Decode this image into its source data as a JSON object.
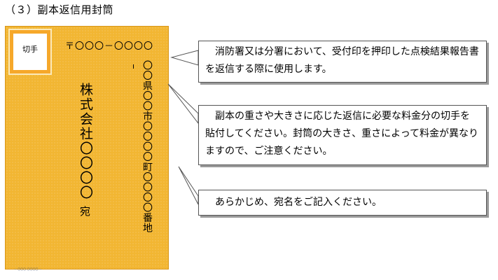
{
  "heading": "（３）副本返信用封筒",
  "envelope": {
    "stamp_label": "切手",
    "postal_code": "〒〇〇〇－〇〇〇〇",
    "address": "〇〇県〇〇市〇〇〇〇町〇〇〇〇番地",
    "company": "株式会社〇〇〇〇",
    "suffix": "宛",
    "fine_print": "－ 〇〇〇 〇〇〇〇 －"
  },
  "callouts": [
    {
      "text": "消防署又は分署において、受付印を押印した点検結果報告書を返信する際に使用します。"
    },
    {
      "text": "副本の重さや大きさに応じた返信に必要な料金分の切手を貼付してください。封筒の大きさ、重さによって料金が異なりますので、ご注意ください。"
    },
    {
      "text": "あらかじめ、宛名をご記入ください。"
    }
  ],
  "colors": {
    "envelope": "#f2b632",
    "stamp_border": "#f6a82a",
    "callout_border": "#555555",
    "callout_shadow": "#9a9a9a"
  }
}
